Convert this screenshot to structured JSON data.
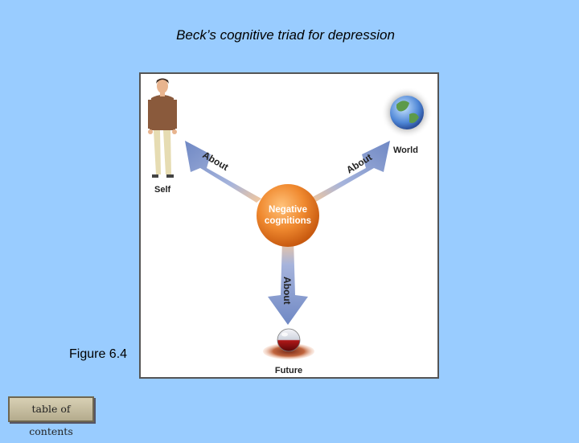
{
  "slide": {
    "title": "Beck’s cognitive triad for depression",
    "figure_label": "Figure 6.4"
  },
  "diagram": {
    "center_line1": "Negative",
    "center_line2": "cognitions",
    "arrow_label": "About",
    "self_label": "Self",
    "world_label": "World",
    "future_label": "Future"
  },
  "nav": {
    "toc_label": "table of contents"
  },
  "colors": {
    "background": "#99CCFF",
    "arrow": "#7f97c9",
    "center": "#f08a30"
  }
}
